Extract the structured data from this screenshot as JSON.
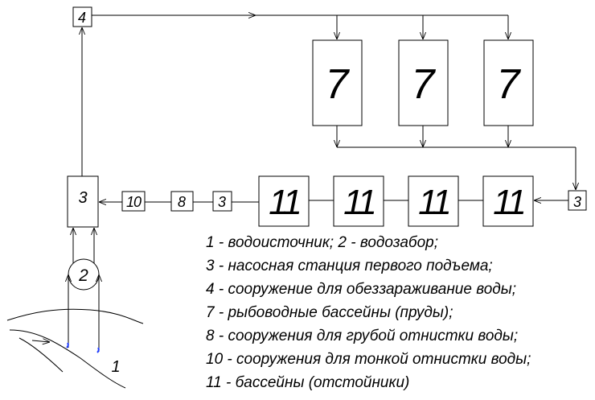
{
  "diagram": {
    "nodes": {
      "n4_top": "4",
      "n7_a": "7",
      "n7_b": "7",
      "n7_c": "7",
      "n3_left": "3",
      "n10": "10",
      "n8": "8",
      "n3_mid": "3",
      "n11_a": "11",
      "n11_b": "11",
      "n11_c": "11",
      "n11_d": "11",
      "n3_right": "3",
      "n2_pump": "2",
      "n1_river": "1"
    },
    "legend": [
      "1 - водоисточник; 2 -  водозабор;",
      "3 - насосная станция первого подъема;",
      "4 -  сооружение для обеззараживание воды;",
      "7 - рыбоводные бассейны (пруды);",
      "8 - сооружения для грубой отнистки воды;",
      "10 -  сооружения для тонкой отнистки воды;",
      "11 - бассейны (отстойники)"
    ],
    "colors": {
      "line": "#000000",
      "intake_marker": "#1f3cff"
    }
  }
}
